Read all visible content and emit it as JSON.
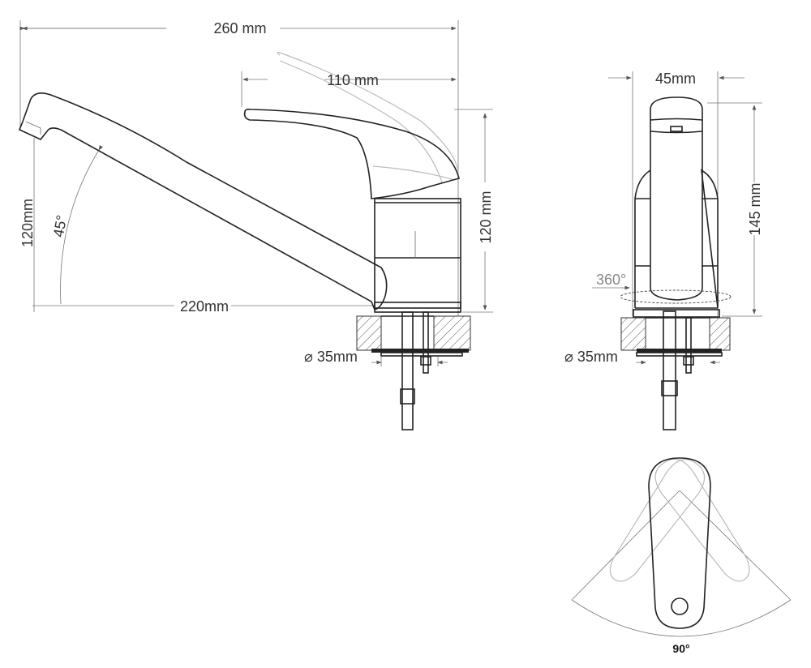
{
  "side_view": {
    "overall_length": "260 mm",
    "lever_length": "110 mm",
    "spout_height": "120mm",
    "spout_angle": "45°",
    "spout_reach": "220mm",
    "body_height": "120 mm",
    "hole_diameter": "35mm"
  },
  "front_view": {
    "width": "45mm",
    "height": "145 mm",
    "rotation": "360°",
    "hole_diameter": "35mm"
  },
  "top_view": {
    "handle_swing": "90°"
  },
  "colors": {
    "line": "#222222",
    "dimension": "#777777",
    "ghost": "#bbbbbb"
  }
}
